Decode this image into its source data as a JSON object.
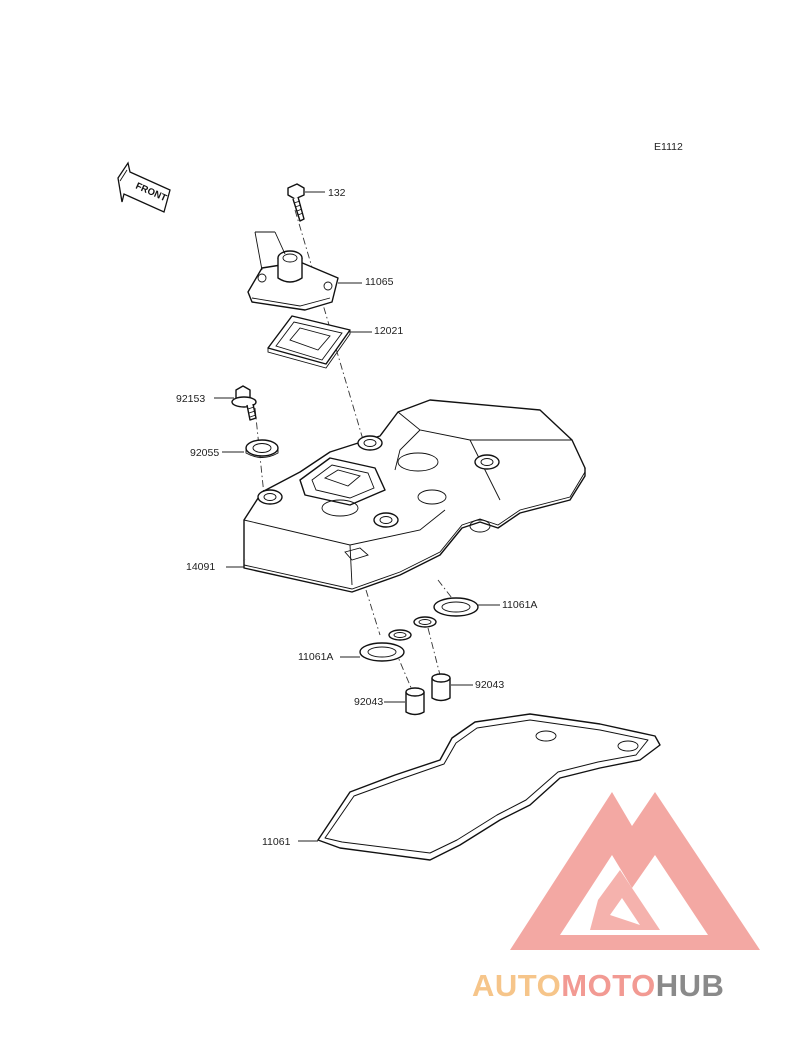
{
  "diagram": {
    "ref_code": "E1112",
    "front_label": "FRONT",
    "parts": [
      {
        "id": "132",
        "label": "132"
      },
      {
        "id": "11065",
        "label": "11065"
      },
      {
        "id": "12021",
        "label": "12021"
      },
      {
        "id": "92153",
        "label": "92153"
      },
      {
        "id": "92055",
        "label": "92055"
      },
      {
        "id": "14091",
        "label": "14091"
      },
      {
        "id": "11061A_right",
        "label": "11061A"
      },
      {
        "id": "11061A_left",
        "label": "11061A"
      },
      {
        "id": "92043_right",
        "label": "92043"
      },
      {
        "id": "92043_left",
        "label": "92043"
      },
      {
        "id": "11061",
        "label": "11061"
      }
    ]
  },
  "watermark": {
    "part1": "AUTO",
    "part2": "MOTO",
    "part3": "HUB",
    "color_light": "#f6c58a",
    "color_main": "#f29a93",
    "color_dark": "#8a8a8a"
  }
}
